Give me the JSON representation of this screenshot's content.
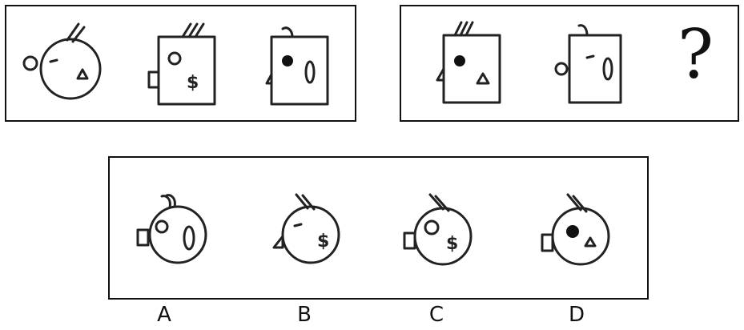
{
  "question_mark": "?",
  "options": [
    {
      "label": "A"
    },
    {
      "label": "B"
    },
    {
      "label": "C"
    },
    {
      "label": "D"
    }
  ],
  "colors": {
    "ink": "#111111",
    "background": "#ffffff"
  }
}
